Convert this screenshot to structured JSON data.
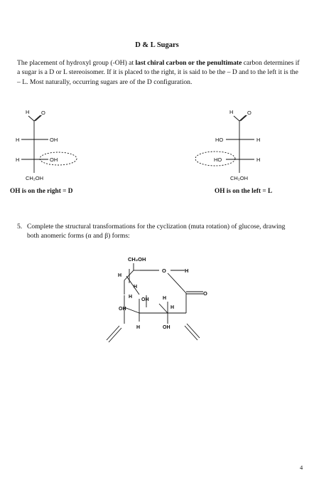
{
  "heading": "D & L Sugars",
  "intro": {
    "part1": "The placement of hydroxyl group (-OH) at ",
    "bold1": "last chiral carbon or the penultimate",
    "part2": " carbon determines if a sugar is a D or L stereoisomer. If it is placed to the right, it is said to be the – D and to the left it is the – L. Most naturally, occurring sugars are of the D configuration."
  },
  "d_sugar": {
    "aldehyde_h": "H",
    "aldehyde_o": "O",
    "row1_left": "H",
    "row1_right": "OH",
    "row2_left": "H",
    "row2_right": "OH",
    "bottom": "CH₂OH",
    "caption": "OH is on the right = D"
  },
  "l_sugar": {
    "aldehyde_h": "H",
    "aldehyde_o": "O",
    "row1_left": "HO",
    "row1_right": "H",
    "row2_left": "HO",
    "row2_right": "H",
    "bottom": "CH₂OH",
    "caption": "OH is on the left = L"
  },
  "question": {
    "number": "5.",
    "text": "Complete the structural transformations for the cyclization (muta rotation) of glucose, drawing both anomeric forms (α and β) forms:"
  },
  "glucose": {
    "ch2oh": "CH₂OH",
    "o_ring": "O",
    "c1_h": "H",
    "c1_o": "O",
    "c5_h": "H",
    "c5_h2": "H",
    "c4_oh": "OH",
    "c4_h": "H",
    "c3_oh": "OH",
    "c3_h": "H",
    "c2_h": "H",
    "c2_h2": "H",
    "c2_oh": "OH"
  },
  "page_number": "4"
}
